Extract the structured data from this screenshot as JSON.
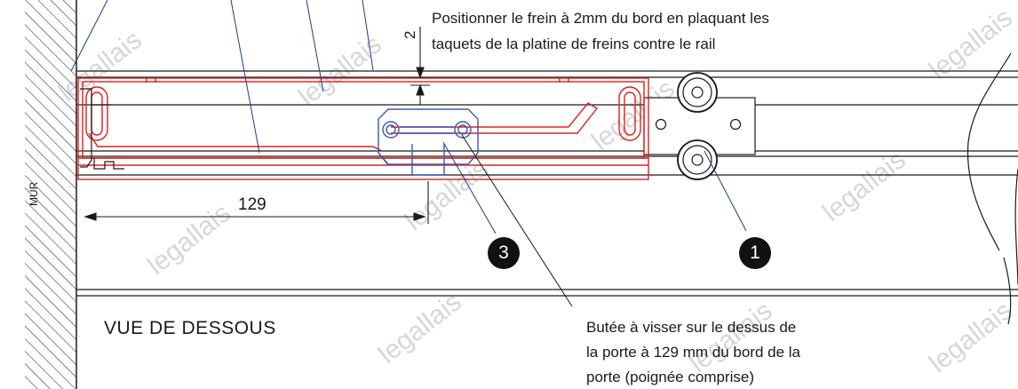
{
  "labels": {
    "mur": "MUR",
    "dimension_gap": "2",
    "dimension_length": "129",
    "view_title": "VUE DE DESSOUS",
    "callout_1": "1",
    "callout_3": "3"
  },
  "notes": {
    "top_line1": "Positionner le frein à 2mm du bord en plaquant les",
    "top_line2": "taquets de la platine de freins contre le rail",
    "bottom_line1": "Butée à visser sur le dessus de",
    "bottom_line2": "la porte à 129 mm du bord de la",
    "bottom_line3": "porte (poignée comprise)"
  },
  "watermark": "legallais",
  "colors": {
    "outline": "#1a1a1a",
    "brake_red": "#e02020",
    "stop_blue": "#3a5ab8",
    "leader_blue": "#1e3a8a",
    "watermark": "#d7d7d7"
  }
}
